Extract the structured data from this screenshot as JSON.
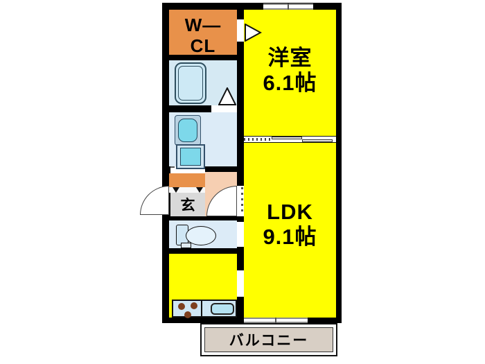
{
  "rooms": {
    "walk_in_closet": {
      "line1": "W—",
      "line2": "CL",
      "color": "#e8914a"
    },
    "western_room": {
      "label": "洋室",
      "area": "6.1帖",
      "color": "#ffff00"
    },
    "ldk": {
      "label": "LDK",
      "area": "9.1帖",
      "color": "#ffff00"
    },
    "entrance": {
      "label": "玄",
      "color": "#d9d9d9"
    },
    "hallway": {
      "color": "#f6cfb2"
    },
    "bathroom": {
      "color": "#d5e9f3",
      "fixtures": [
        "bathtub"
      ]
    },
    "washroom": {
      "color": "#dcebf7",
      "fixtures": [
        "vanity-sink",
        "washing-machine"
      ]
    },
    "toilet": {
      "color": "#dcebf7",
      "fixtures": [
        "toilet"
      ]
    },
    "kitchen": {
      "color": "#ffff00",
      "fixtures": [
        "gas-stove",
        "kitchen-sink"
      ]
    },
    "balcony": {
      "label": "バルコニー",
      "color": "#d8cfc5"
    }
  },
  "colors": {
    "wall": "#000000",
    "room_yellow": "#ffff00",
    "closet_orange": "#e8914a",
    "wet_area_blue": "#dcebf7",
    "hallway_peach": "#f6cfb2",
    "entrance_gray": "#d9d9d9",
    "balcony_beige": "#d8cfc5",
    "appliance_teal": "#7dd8ea",
    "window_gray": "#8a8a8a"
  }
}
